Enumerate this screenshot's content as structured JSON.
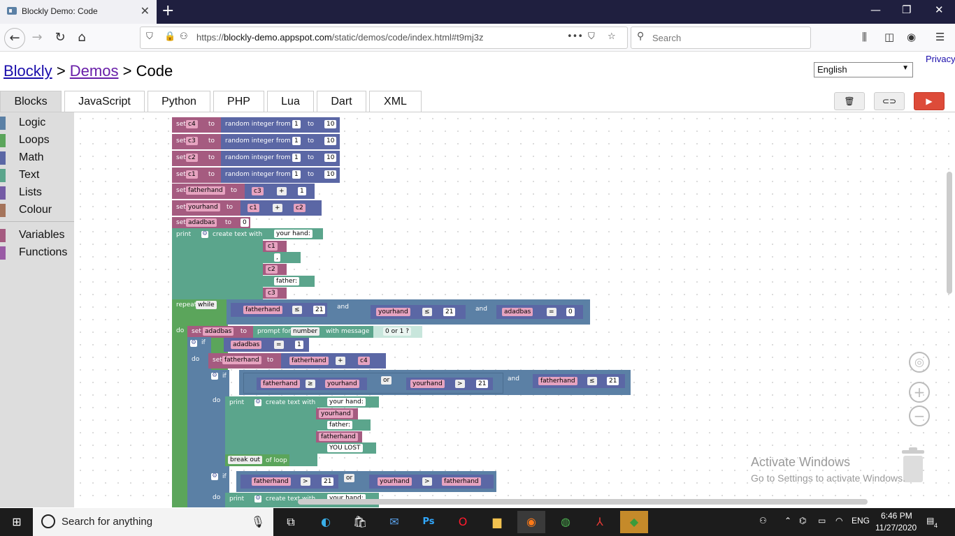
{
  "browser": {
    "tab_title": "Blockly Demo: Code",
    "url_prefix": "https://",
    "url_host": "blockly-demo.appspot.com",
    "url_path": "/static/demos/code/index.html#t9mj3z",
    "search_placeholder": "Search"
  },
  "page": {
    "privacy": "Privacy",
    "breadcrumb": {
      "l1": "Blockly",
      "sep": ">",
      "l2": "Demos",
      "current": "Code"
    },
    "language": "English",
    "tabs": [
      "Blocks",
      "JavaScript",
      "Python",
      "PHP",
      "Lua",
      "Dart",
      "XML"
    ],
    "active_tab": "Blocks"
  },
  "toolbox": [
    {
      "label": "Logic",
      "color": "#5b80a5"
    },
    {
      "label": "Loops",
      "color": "#5ba55b"
    },
    {
      "label": "Math",
      "color": "#5b67a5"
    },
    {
      "label": "Text",
      "color": "#5ba58c"
    },
    {
      "label": "Lists",
      "color": "#745ba5"
    },
    {
      "label": "Colour",
      "color": "#a5745b"
    },
    {
      "label": "Variables",
      "color": "#a55b80"
    },
    {
      "label": "Functions",
      "color": "#995ba5"
    }
  ],
  "colors": {
    "variables": "#a55b80",
    "math": "#5b67a5",
    "text": "#5ba58c",
    "loops": "#5ba55b",
    "logic": "#5b80a5"
  },
  "program": {
    "kw_set": "set",
    "kw_to": "to",
    "kw_rand": "random integer from",
    "kw_print": "print",
    "kw_create": "create text with",
    "kw_repeat": "repeat",
    "kw_while": "while",
    "kw_do": "do",
    "kw_and": "and",
    "kw_or": "or",
    "kw_if": "if",
    "kw_prompt": "prompt for",
    "kw_number": "number",
    "kw_msg": "with message",
    "kw_break": "break out",
    "kw_ofloop": "of loop",
    "var_c4": "c4",
    "var_c3": "c3",
    "var_c2": "c2",
    "var_c1": "c1",
    "var_fh": "fatherhand",
    "var_yh": "yourhand",
    "var_ad": "adadbas",
    "n1": "1",
    "n10": "10",
    "n0": "0",
    "n21": "21",
    "op_plus": "+",
    "op_le": "≤",
    "op_eq": "=",
    "op_ge": "≥",
    "op_gt": ">",
    "s_yourhand": "your hand:",
    "s_comma": ",",
    "s_father": "father:",
    "s_prompt": "0 or 1 ?",
    "s_lost": "YOU LOST"
  },
  "watermark": {
    "title": "Activate Windows",
    "sub": "Go to Settings to activate Windows."
  },
  "taskbar": {
    "search": "Search for anything",
    "lang": "ENG",
    "time": "6:46 PM",
    "date": "11/27/2020",
    "notif": "4"
  }
}
